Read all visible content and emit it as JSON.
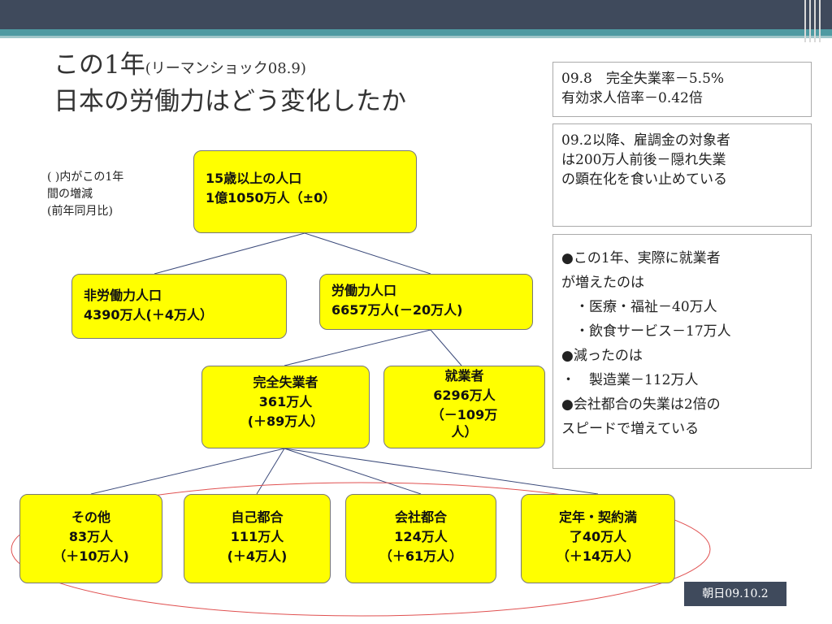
{
  "title": {
    "line1_main": "この1年",
    "line1_sub": "(リーマンショック08.9)",
    "line2": "日本の労働力はどう変化したか"
  },
  "note": [
    "( )内がこの1年",
    "間の増減",
    "(前年同月比)"
  ],
  "info_boxes": {
    "unemployment": [
      "09.8　完全失業率－5.5%",
      "有効求人倍率－0.42倍"
    ],
    "subsidy": [
      "09.2以降、雇調金の対象者",
      "は200万人前後－隠れ失業",
      "の顕在化を食い止めている"
    ],
    "changes": [
      "●この1年、実際に就業者",
      "が増えたのは",
      "　・医療・福祉－40万人",
      "　・飲食サービス－17万人",
      "●減ったのは",
      "・　製造業－112万人",
      "●会社都合の失業は2倍の",
      "スピードで増えている"
    ]
  },
  "nodes": {
    "population": [
      "15歳以上の人口",
      "1億1050万人（±0）"
    ],
    "non_labor": [
      "非労働力人口",
      "4390万人(＋4万人）"
    ],
    "labor": [
      "労働力人口",
      "6657万人(－20万人)"
    ],
    "unemployed": [
      "完全失業者",
      "361万人",
      "(＋89万人）"
    ],
    "employed": [
      "就業者",
      "6296万人",
      "（－109万",
      "人）"
    ],
    "other": [
      "その他",
      "83万人",
      "（＋10万人)"
    ],
    "voluntary": [
      "自己都合",
      "111万人",
      "(＋4万人)"
    ],
    "company": [
      "会社都合",
      "124万人",
      "（＋61万人）"
    ],
    "retirement": [
      "定年・契約満",
      "了40万人",
      "（＋14万人）"
    ]
  },
  "source": "朝日09.10.2",
  "colors": {
    "node_fill": "#ffff00",
    "header": "#3f4a5c",
    "accent": "#4f9aa2",
    "ellipse": "#e05050",
    "connector": "#3b4a7a"
  }
}
